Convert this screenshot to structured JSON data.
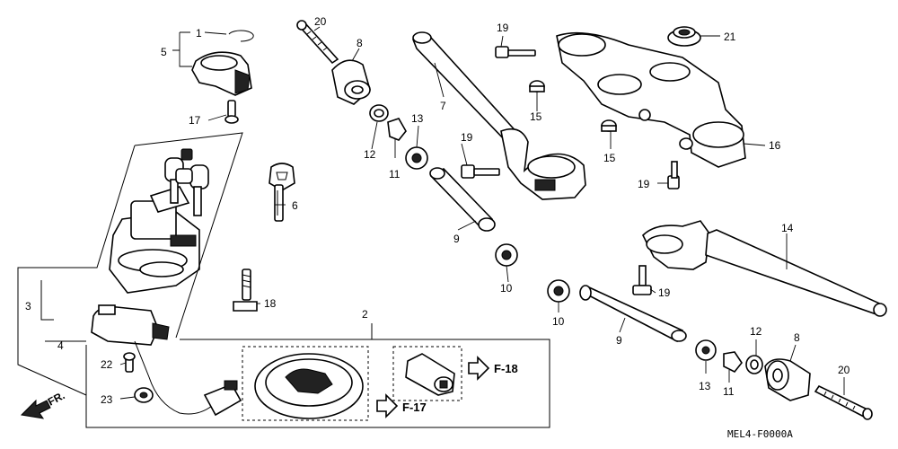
{
  "labels": {
    "p1": "1",
    "p2": "2",
    "p3": "3",
    "p4": "4",
    "p5": "5",
    "p6": "6",
    "p7": "7",
    "p8a": "8",
    "p8b": "8",
    "p9a": "9",
    "p9b": "9",
    "p10a": "10",
    "p10b": "10",
    "p11a": "11",
    "p11b": "11",
    "p12a": "12",
    "p12b": "12",
    "p13a": "13",
    "p13b": "13",
    "p14": "14",
    "p15a": "15",
    "p15b": "15",
    "p16": "16",
    "p17": "17",
    "p18": "18",
    "p19a": "19",
    "p19b": "19",
    "p19c": "19",
    "p19d": "19",
    "p20a": "20",
    "p20b": "20",
    "p21": "21",
    "p22": "22",
    "p23": "23"
  },
  "refs": {
    "f18": "F-18",
    "f17": "F-17",
    "front": "FR."
  },
  "code": "MEL4-F0000A"
}
